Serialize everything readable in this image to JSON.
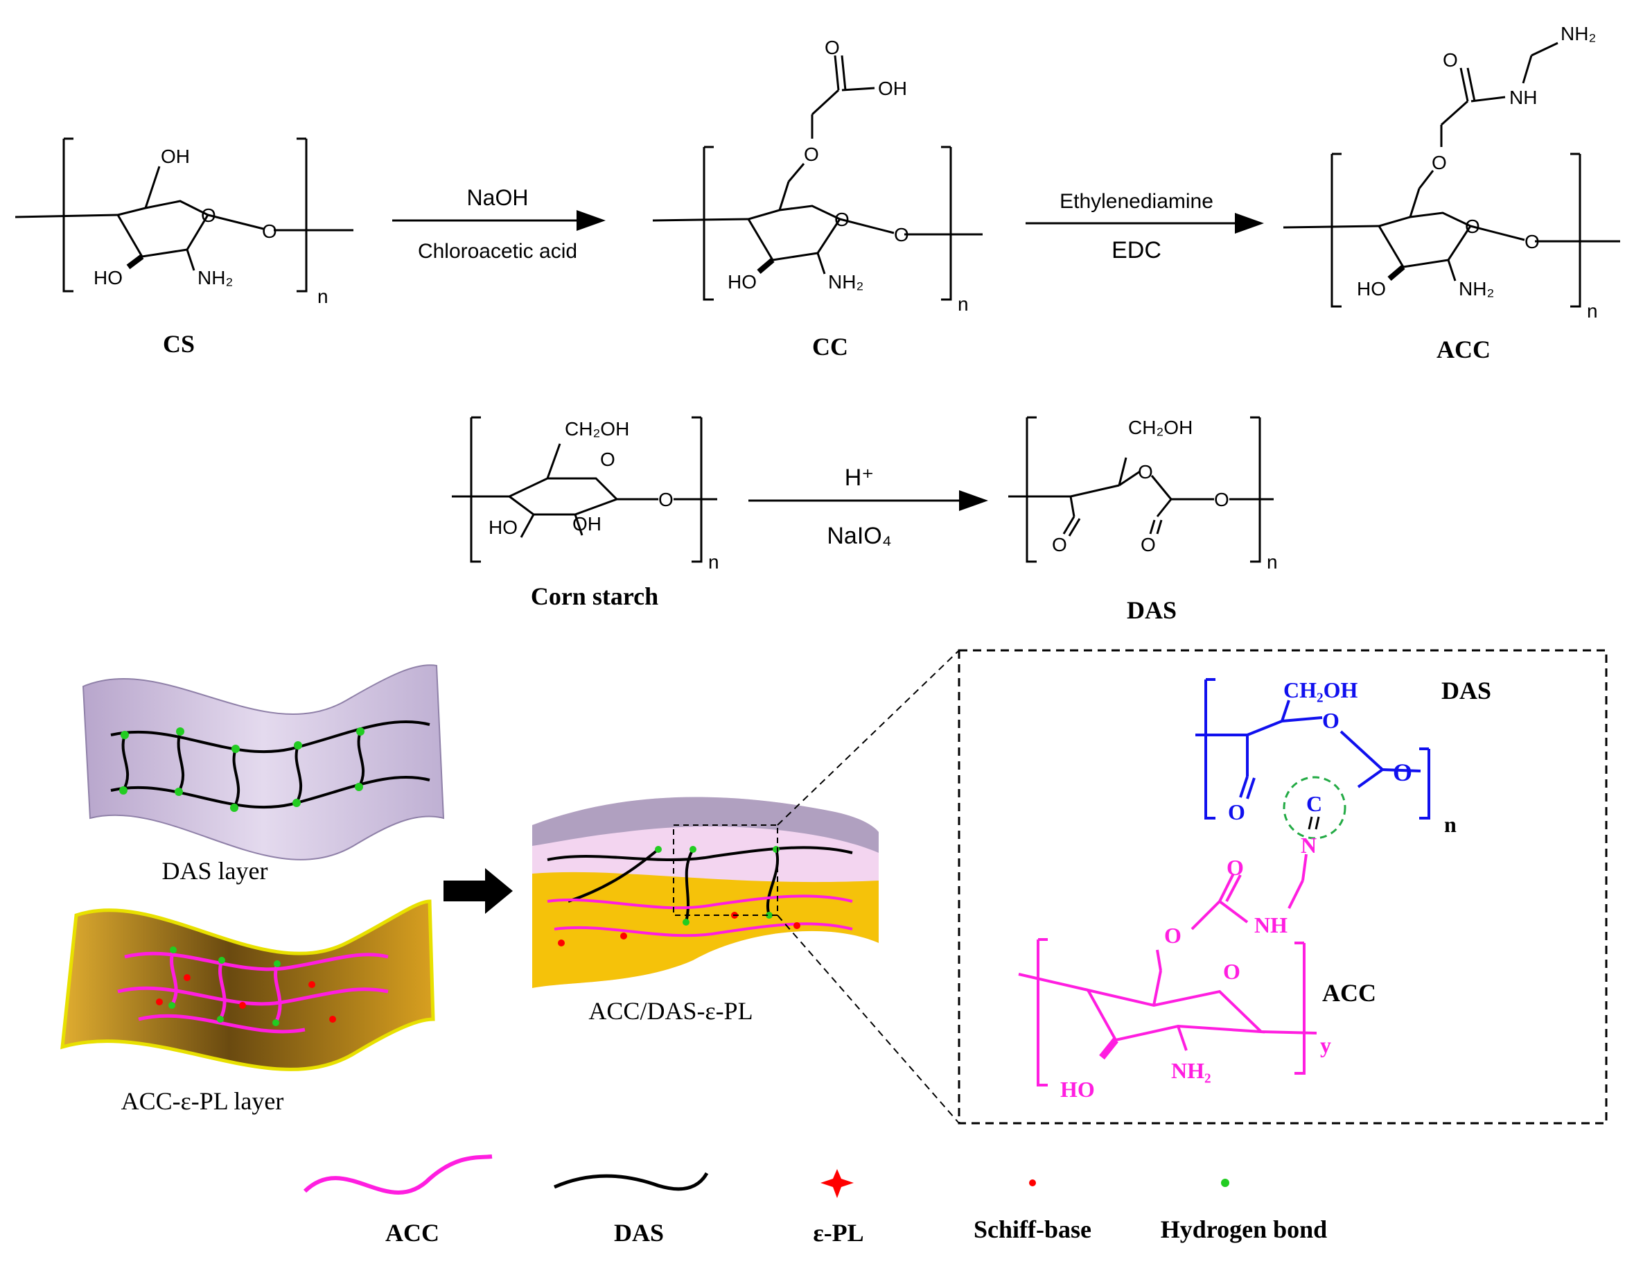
{
  "reaction1": {
    "reactant_label": "CS",
    "product1_label": "CC",
    "product2_label": "ACC",
    "arrow1_top": "NaOH",
    "arrow1_bottom": "Chloroacetic acid",
    "arrow2_top": "Ethylenediamine",
    "arrow2_bottom": "EDC"
  },
  "reaction2": {
    "reactant_label": "Corn starch",
    "product_label": "DAS",
    "arrow_top": "H⁺",
    "arrow_bottom": "NaIO₄"
  },
  "atoms": {
    "oh": "OH",
    "ho": "HO",
    "nh2": "NH₂",
    "o": "O",
    "n": "n",
    "nh": "NH",
    "ch2oh": "CH₂OH",
    "c": "C",
    "n_atom": "N",
    "y": "y"
  },
  "layers": {
    "das_layer": "DAS layer",
    "acc_layer": "ACC-ε-PL layer",
    "composite": "ACC/DAS-ε-PL"
  },
  "inset": {
    "das_label": "DAS",
    "acc_label": "ACC"
  },
  "legend": {
    "acc": "ACC",
    "das": "DAS",
    "epl": "ε-PL",
    "schiff": "Schiff-base",
    "hbond": "Hydrogen bond"
  },
  "colors": {
    "acc": "#ff1ee0",
    "das_inset": "#1010ee",
    "epl": "#ff0000",
    "hbond": "#22cc22",
    "das_layer_fill": "#c9b8d9",
    "acc_layer_fill": "#d9a020"
  }
}
